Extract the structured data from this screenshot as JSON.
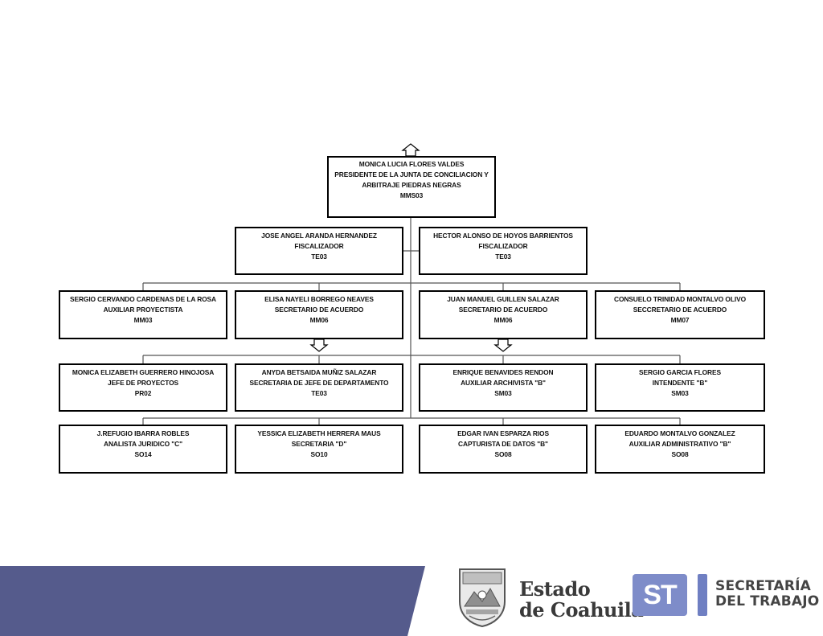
{
  "org_chart": {
    "president": {
      "name": "MONICA LUCIA FLORES VALDES",
      "title": "PRESIDENTE DE LA JUNTA DE CONCILIACION Y ARBITRAJE PIEDRAS NEGRAS",
      "code": "MMS03"
    },
    "row1": [
      {
        "name": "JOSE ANGEL ARANDA HERNANDEZ",
        "title": "FISCALIZADOR",
        "code": "TE03"
      },
      {
        "name": "HECTOR ALONSO DE HOYOS BARRIENTOS",
        "title": "FISCALIZADOR",
        "code": "TE03"
      }
    ],
    "row2": [
      {
        "name": "SERGIO CERVANDO CARDENAS DE LA ROSA",
        "title": "AUXILIAR PROYECTISTA",
        "code": "MM03"
      },
      {
        "name": "ELISA NAYELI BORREGO NEAVES",
        "title": "SECRETARIO DE ACUERDO",
        "code": "MM06"
      },
      {
        "name": "JUAN MANUEL GUILLEN SALAZAR",
        "title": "SECRETARIO DE ACUERDO",
        "code": "MM06"
      },
      {
        "name": "CONSUELO TRINIDAD MONTALVO OLIVO",
        "title": "SECCRETARIO DE ACUERDO",
        "code": "MM07"
      }
    ],
    "row3": [
      {
        "name": "MONICA ELIZABETH GUERRERO HINOJOSA",
        "title": "JEFE DE PROYECTOS",
        "code": "PR02"
      },
      {
        "name": "ANYDA BETSAIDA MUÑIZ SALAZAR",
        "title": "SECRETARIA DE JEFE DE DEPARTAMENTO",
        "code": "TE03"
      },
      {
        "name": "ENRIQUE BENAVIDES RENDON",
        "title": "AUXILIAR ARCHIVISTA \"B\"",
        "code": "SM03"
      },
      {
        "name": "SERGIO GARCIA FLORES",
        "title": "INTENDENTE \"B\"",
        "code": "SM03"
      }
    ],
    "row4": [
      {
        "name": "J.REFUGIO IBARRA ROBLES",
        "title": "ANALISTA JURIDICO \"C\"",
        "code": "SO14"
      },
      {
        "name": "YESSICA ELIZABETH HERRERA MAUS",
        "title": "SECRETARIA \"D\"",
        "code": "SO10"
      },
      {
        "name": "EDGAR IVAN ESPARZA RIOS",
        "title": "CAPTURISTA DE DATOS  \"B\"",
        "code": "SO08"
      },
      {
        "name": "EDUARDO MONTALVO GONZALEZ",
        "title": "AUXILIAR ADMINISTRATIVO \"B\"",
        "code": "SO08"
      }
    ]
  },
  "footer": {
    "estado_line1": "Estado",
    "estado_line2": "de Coahuila",
    "st_badge": "ST",
    "secretaria_line1": "SECRETARÍA",
    "secretaria_line2": "DEL TRABAJO",
    "colors": {
      "band": "#555b8c",
      "st_badge": "#7e8cc9"
    }
  }
}
